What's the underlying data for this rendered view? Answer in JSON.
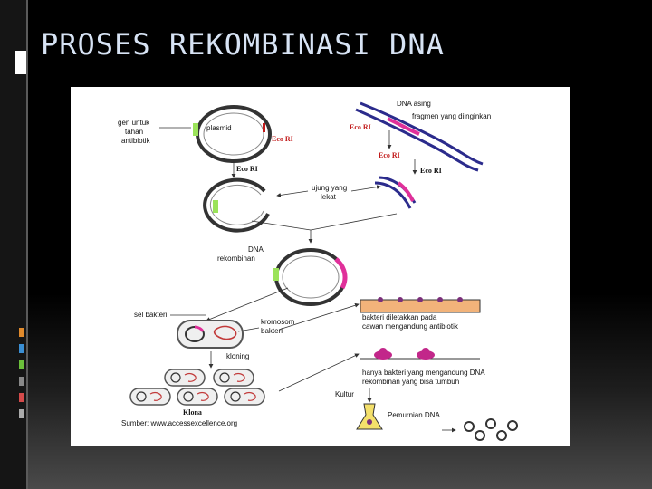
{
  "slide": {
    "title": "PROSES REKOMBINASI DNA"
  },
  "colors": {
    "title": "#d7e3f4",
    "background": "#000000",
    "plasmid_marker": "#9be35a",
    "eco_ri": "#c21b1b",
    "foreign_dna": "#2b2b8c",
    "foreign_fragment": "#e0309a",
    "side_marks": [
      "#e08a2c",
      "#3a8fd4",
      "#6bbf3b",
      "#888888",
      "#d44a4a",
      "#aaaaaa"
    ]
  },
  "diagram": {
    "labels": {
      "gen_antibiotik": [
        "gen untuk",
        "tahan",
        "antibiotik"
      ],
      "plasmid": "plasmid",
      "eco_ri_plasmid": "Eco RI",
      "eco_ri_cut": "Eco RI",
      "dna_asing": [
        "DNA asing",
        "fragmen yang diinginkan"
      ],
      "eco_ri_foreign_top": "Eco RI",
      "eco_ri_foreign_mid": "Eco RI",
      "eco_ri_foreign_right": "Eco RI",
      "ujung_lekat": [
        "ujung yang",
        "lekat"
      ],
      "dna_rekombinan": [
        "DNA",
        "rekombinan"
      ],
      "sel_bakteri": "sel bakteri",
      "kromosom": [
        "kromosom",
        "bakteri"
      ],
      "kloning": "kloning",
      "klona": "Klona",
      "bakteri_cawan": [
        "bakteri diletakkan pada",
        "cawan mengandung antibiotik"
      ],
      "hanya_bakteri": [
        "hanya bakteri yang mengandung DNA",
        "rekombinan yang bisa tumbuh"
      ],
      "kultur": "Kultur",
      "pemurnian": "Pemurnian DNA",
      "sumber": "Sumber: www.accessexcellence.org"
    }
  }
}
